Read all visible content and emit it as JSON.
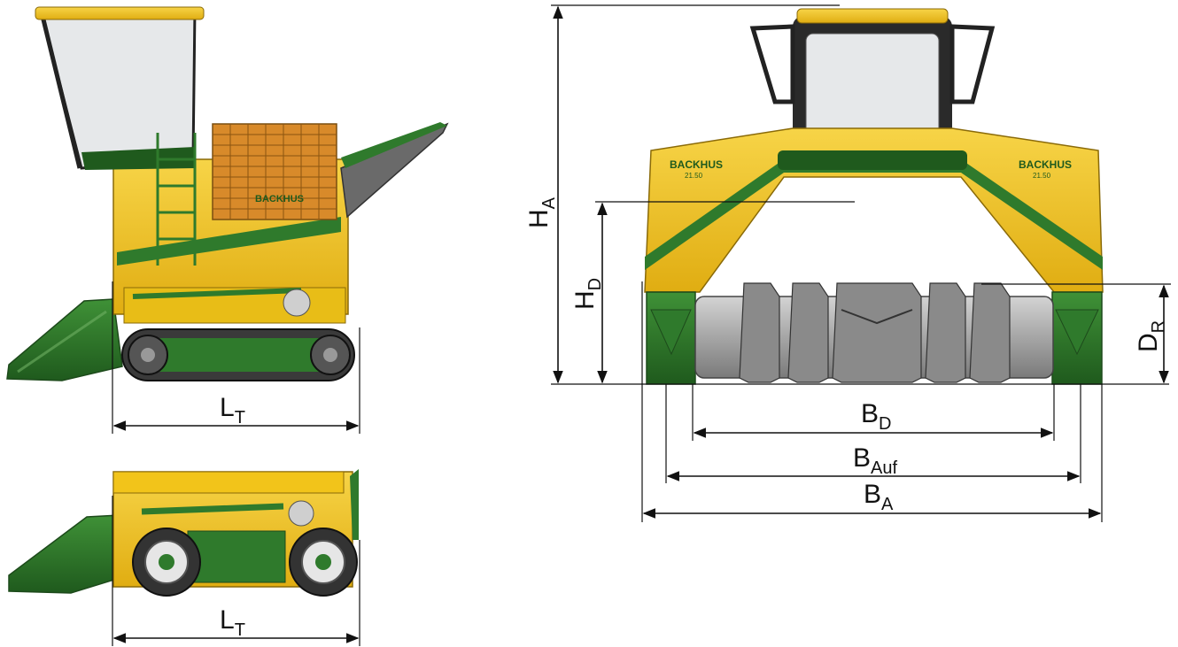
{
  "figure": {
    "logo_text": "BACKHUS",
    "model_text": "21.50"
  },
  "dimensions": {
    "track_length": {
      "main": "L",
      "sub": "T"
    },
    "wheel_length": {
      "main": "L",
      "sub": "T"
    },
    "overall_height": {
      "main": "H",
      "sub": "A"
    },
    "passage_height": {
      "main": "H",
      "sub": "D"
    },
    "rotor_diameter": {
      "main": "D",
      "sub": "R"
    },
    "passage_width": {
      "main": "B",
      "sub": "D"
    },
    "windrow_width": {
      "main": "B",
      "sub": "Auf"
    },
    "overall_width": {
      "main": "B",
      "sub": "A"
    }
  },
  "colors": {
    "yellow": "#f2c41a",
    "yellow_dark": "#d9a90f",
    "green": "#2f7a2c",
    "green_dark": "#1f5a1d",
    "orange_grille": "#d88a2a",
    "track": "#3a3a3a",
    "rotor": "#a8a8a8",
    "glass": "#e6e8ea"
  }
}
